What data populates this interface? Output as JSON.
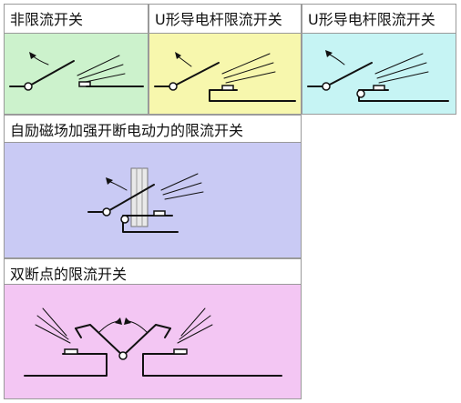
{
  "panels": [
    {
      "id": "p1",
      "label": "非限流开关",
      "bg": "#ccf2cc"
    },
    {
      "id": "p2",
      "label": "U形导电杆限流开关",
      "bg": "#f7f7ad"
    },
    {
      "id": "p3",
      "label": "U形导电杆限流开关",
      "bg": "#c6f4f4"
    },
    {
      "id": "p4",
      "label": "自励磁场加强开断电动力的限流开关",
      "bg": "#c9caf4"
    },
    {
      "id": "p5",
      "label": "双断点的限流开关",
      "bg": "#f3c6f3"
    }
  ]
}
